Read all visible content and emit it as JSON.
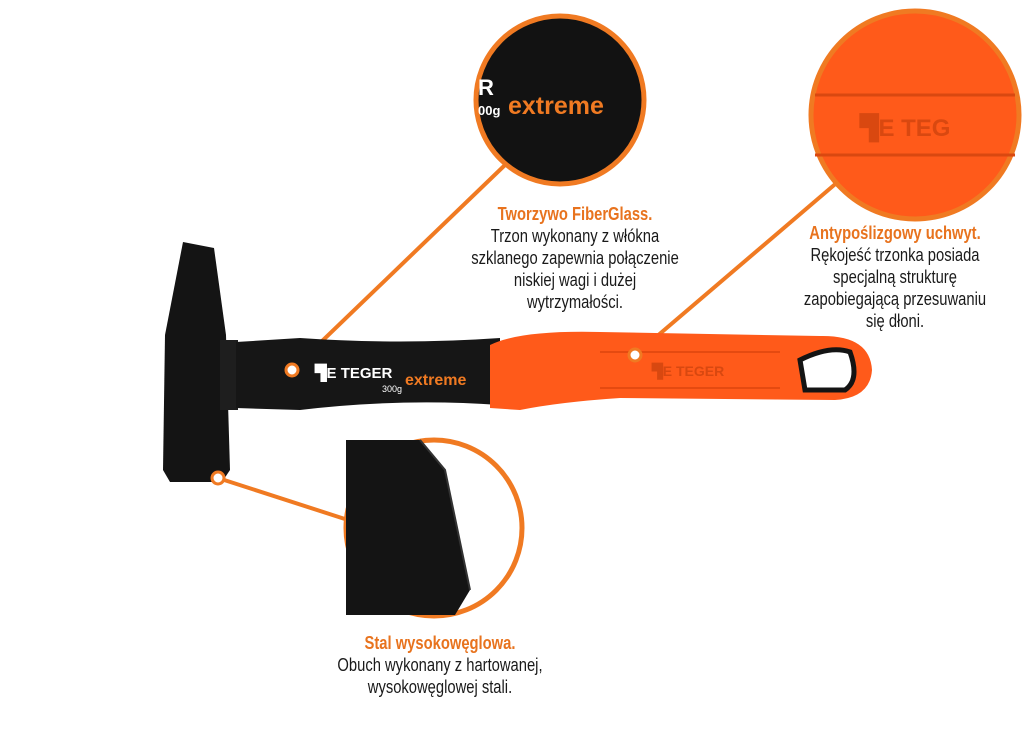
{
  "callouts": [
    {
      "title": "Tworzywo FiberGlass.",
      "lines": [
        "Trzon wykonany z włókna",
        "szklanego zapewnia połączenie",
        "niskiej wagi i dużej",
        "wytrzymałości."
      ]
    },
    {
      "title": "Antypoślizgowy uchwyt.",
      "lines": [
        "Rękojeść trzonka posiada",
        "specjalną strukturę",
        "zapobiegającą przesuwaniu",
        "się dłoni."
      ]
    },
    {
      "title": "Stal wysokowęglowa.",
      "lines": [
        "Obuch wykonany z hartowanej,",
        "wysokowęglowej stali."
      ]
    }
  ],
  "product": {
    "brand": "TEGER",
    "weight": "300g",
    "line": "extreme"
  },
  "colors": {
    "accent": "#f07a22",
    "handle_orange": "#ff5a1a",
    "black": "#141414"
  }
}
